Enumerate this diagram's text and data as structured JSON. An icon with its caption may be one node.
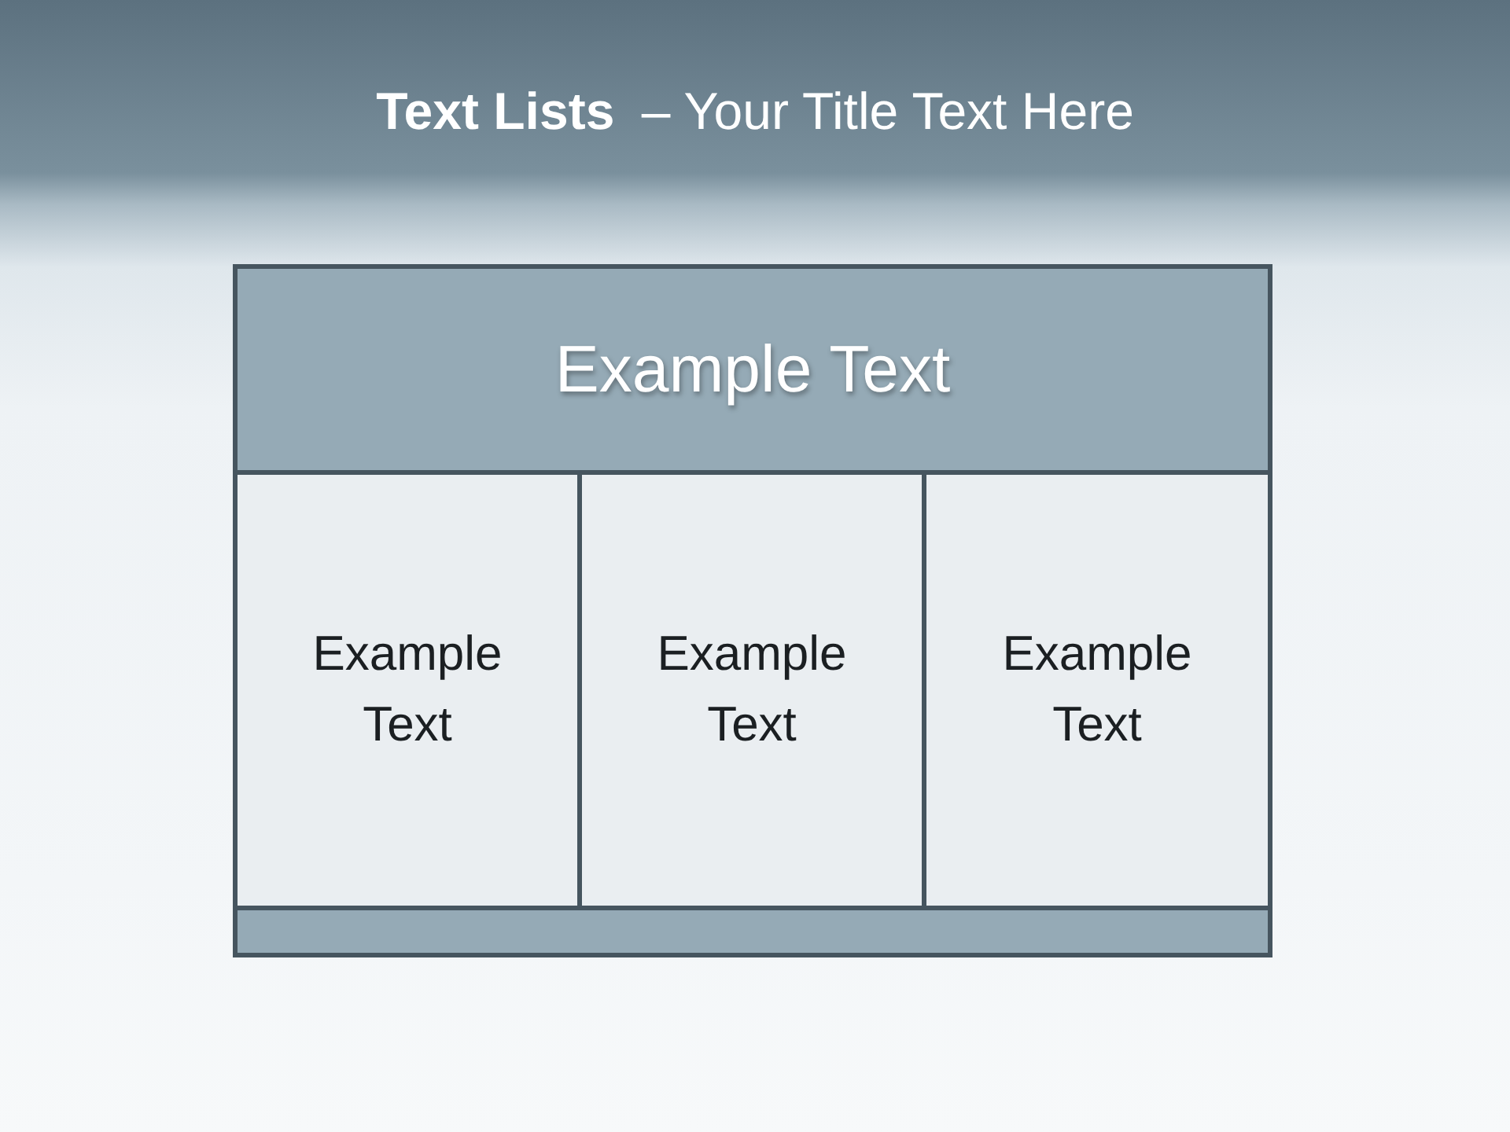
{
  "diagram": {
    "title": "**Text Lists** – Your Title Text Here",
    "nodes": [
      {
        "text": [
          "Example Text"
        ]
      },
      {
        "text": [
          "Example Text"
        ]
      },
      {
        "text": [
          "Example Text"
        ]
      },
      {
        "text": [
          "Example Text"
        ]
      },
      {
        "text": [],
        "shape": "bar"
      }
    ],
    "edges": []
  }
}
